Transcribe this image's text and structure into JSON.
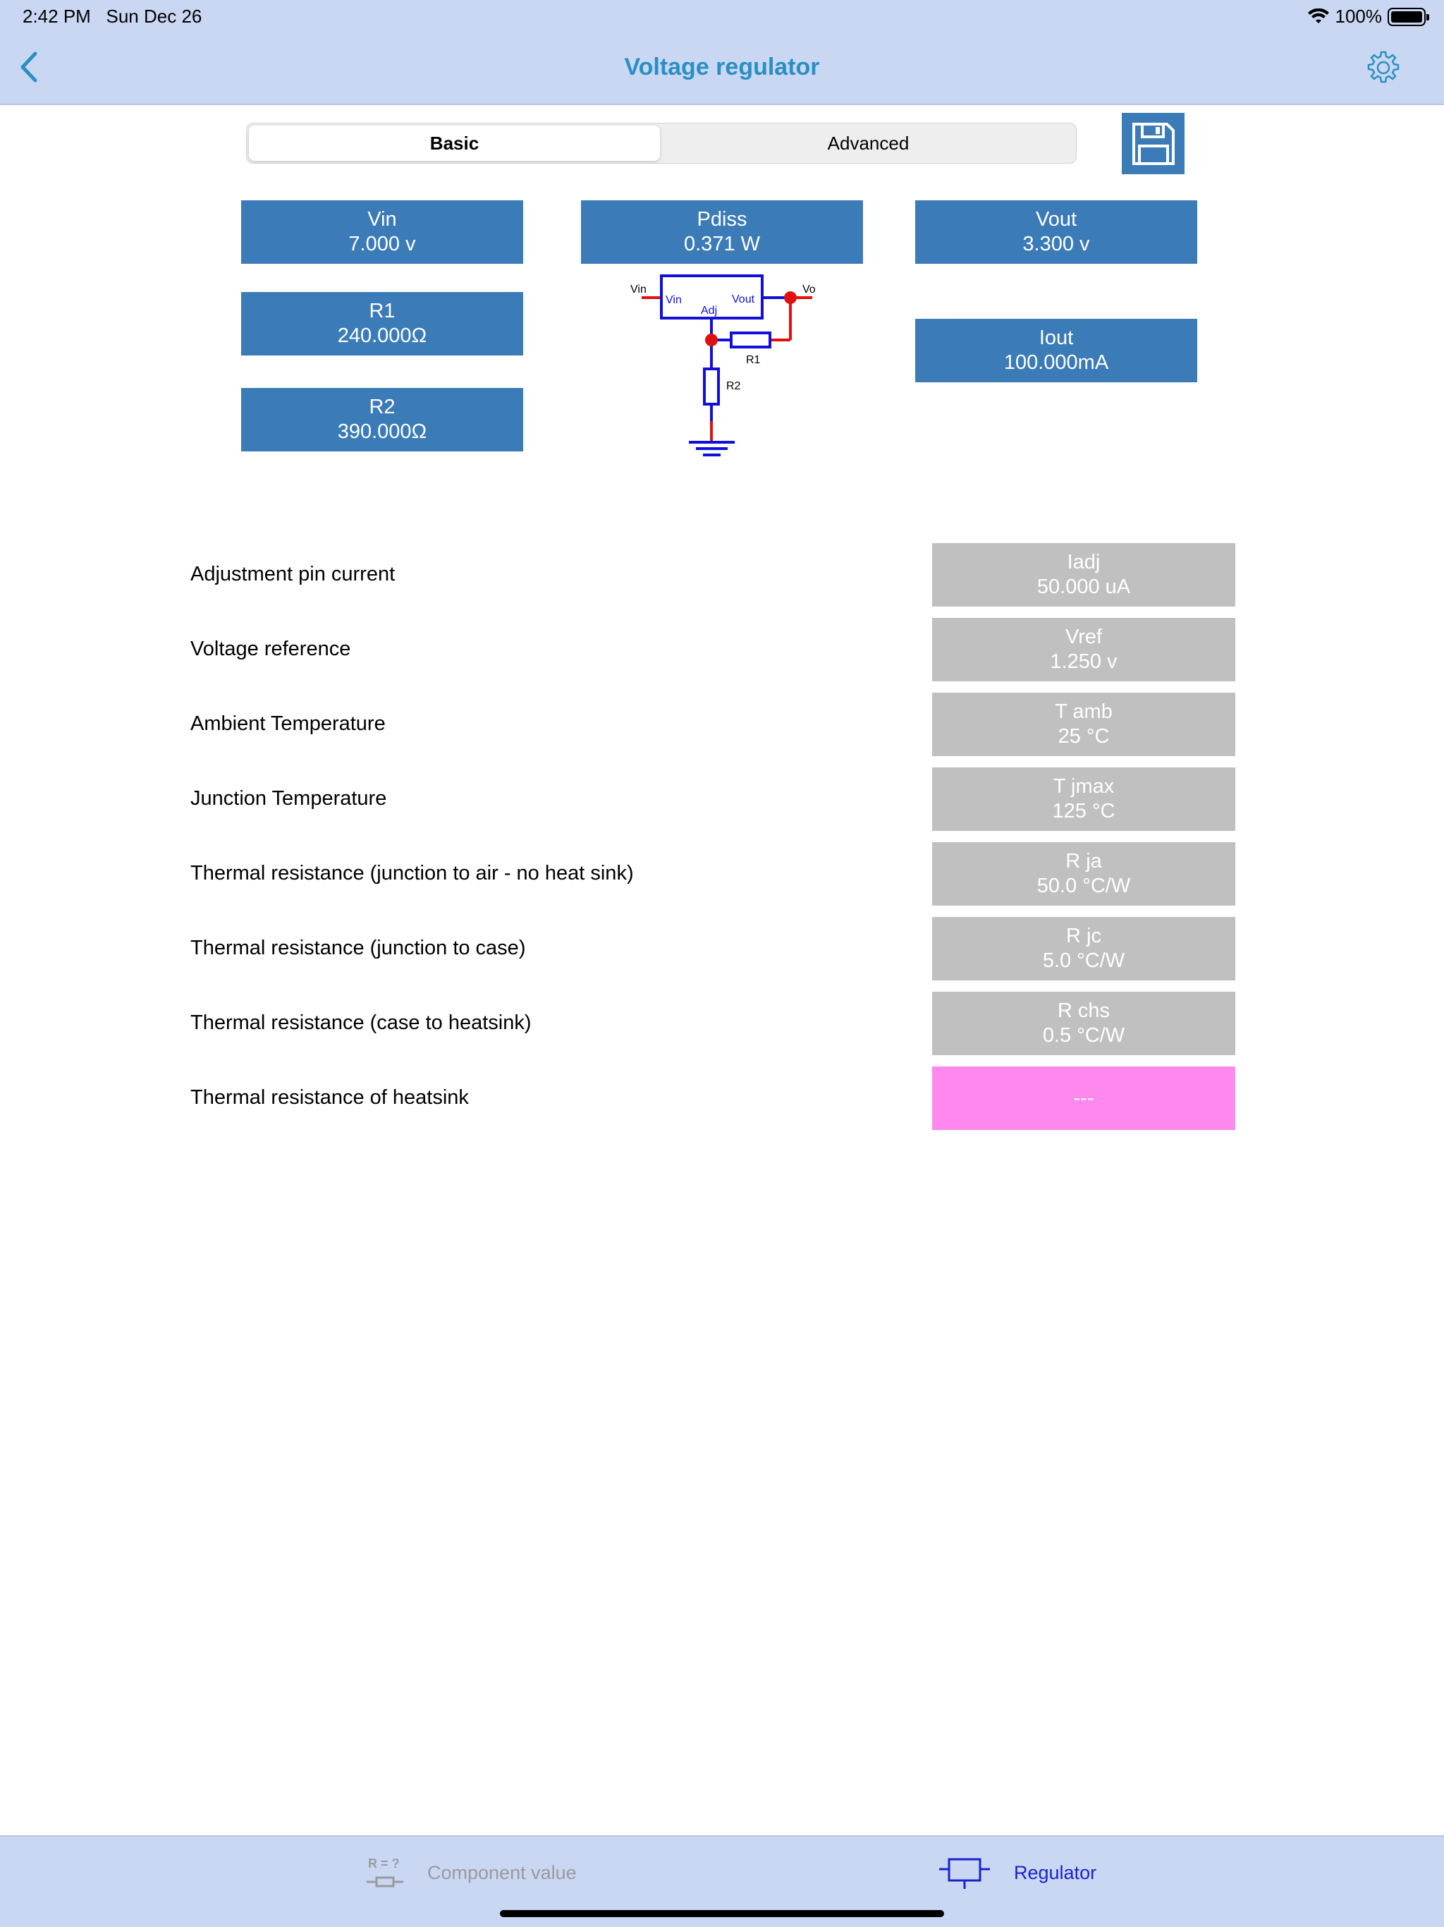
{
  "status": {
    "time": "2:42 PM",
    "date": "Sun Dec 26",
    "battery": "100%"
  },
  "nav": {
    "title": "Voltage regulator"
  },
  "segment": {
    "basic": "Basic",
    "advanced": "Advanced",
    "selected": "Basic"
  },
  "inputs": {
    "vin": {
      "name": "Vin",
      "value": "7.000 v"
    },
    "pdiss": {
      "name": "Pdiss",
      "value": "0.371 W"
    },
    "vout": {
      "name": "Vout",
      "value": "3.300 v"
    },
    "r1": {
      "name": "R1",
      "value": "240.000Ω"
    },
    "iout": {
      "name": "Iout",
      "value": "100.000mA"
    },
    "r2": {
      "name": "R2",
      "value": "390.000Ω"
    }
  },
  "schematic": {
    "vin_in": "Vin",
    "vin_pin": "Vin",
    "vout_pin": "Vout",
    "adj_pin": "Adj",
    "vo_out": "Vo",
    "r1": "R1",
    "r2": "R2"
  },
  "params": [
    {
      "label": "Adjustment pin current",
      "name": "Iadj",
      "value": "50.000 uA"
    },
    {
      "label": "Voltage reference",
      "name": "Vref",
      "value": "1.250 v"
    },
    {
      "label": "Ambient Temperature",
      "name": "T amb",
      "value": "25 °C"
    },
    {
      "label": "Junction Temperature",
      "name": "T jmax",
      "value": "125 °C"
    },
    {
      "label": "Thermal resistance (junction to air - no heat sink)",
      "name": "R ja",
      "value": "50.0 °C/W"
    },
    {
      "label": "Thermal resistance (junction to case)",
      "name": "R jc",
      "value": "5.0 °C/W"
    },
    {
      "label": "Thermal resistance (case to heatsink)",
      "name": "R chs",
      "value": "0.5 °C/W"
    },
    {
      "label": "Thermal resistance of heatsink",
      "name": "",
      "value": "---"
    }
  ],
  "tabbar": {
    "component_icon_text": "R = ?",
    "component_label": "Component value",
    "regulator_label": "Regulator",
    "active": "Regulator"
  },
  "colors": {
    "nav_bg": "#cad7f3",
    "accent": "#2a8fc4",
    "box_blue": "#3b7bb8",
    "box_gray": "#c0c0c0",
    "box_pink": "#ff88ee",
    "tab_active": "#1a22cc"
  }
}
